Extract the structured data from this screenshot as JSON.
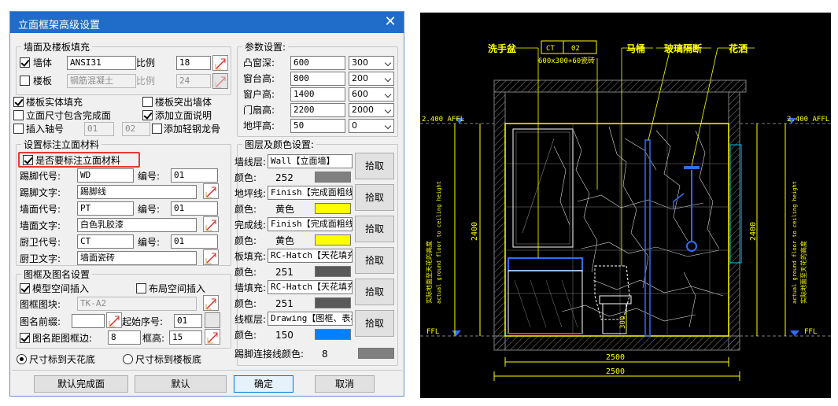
{
  "dialog": {
    "title": "立面框架高级设置",
    "close_glyph": "✕",
    "wall_floor_fill": {
      "legend": "墙面及楼板填充",
      "wall": {
        "label": "墙体",
        "checked": true,
        "pattern": "ANSI31",
        "ratio_label": "比例",
        "ratio": "18"
      },
      "floor": {
        "label": "楼板",
        "checked": false,
        "pattern": "钢筋混凝土",
        "ratio_label": "比例",
        "ratio": "24"
      }
    },
    "params": {
      "legend": "参数设置:",
      "rows": [
        {
          "label": "凸窗深:",
          "value": "600",
          "option": "300"
        },
        {
          "label": "窗台高:",
          "value": "800",
          "option": "200"
        },
        {
          "label": "窗户高:",
          "value": "1400",
          "option": "600"
        },
        {
          "label": "门扇高:",
          "value": "2200",
          "option": "2000"
        },
        {
          "label": "地坪高:",
          "value": "50",
          "option": "0"
        }
      ]
    },
    "options": {
      "floor_solid_fill": {
        "label": "楼板实体填充",
        "checked": true
      },
      "floor_protrude_wall": {
        "label": "楼板突出墙体",
        "checked": false
      },
      "dim_include_finish": {
        "label": "立面尺寸包含完成面",
        "checked": false
      },
      "add_elevation_note": {
        "label": "添加立面说明",
        "checked": true
      },
      "insert_axis": {
        "label": "插入轴号",
        "checked": false,
        "axis_a": "01",
        "axis_b": "02"
      },
      "add_light_steel": {
        "label": "添加轻钢龙骨",
        "checked": false
      }
    },
    "materials": {
      "legend": "设置标注立面材料",
      "enable": {
        "label": "是否要标注立面材料",
        "checked": true
      },
      "skirting_code": {
        "label": "踢脚代号:",
        "value": "WD",
        "num_label": "编号:",
        "num": "01"
      },
      "skirting_text": {
        "label": "踢脚文字:",
        "value": "踢脚线"
      },
      "wall_code": {
        "label": "墙面代号:",
        "value": "PT",
        "num_label": "编号:",
        "num": "01"
      },
      "wall_text": {
        "label": "墙面文字:",
        "value": "白色乳胶漆"
      },
      "kitchen_code": {
        "label": "厨卫代号:",
        "value": "CT",
        "num_label": "编号:",
        "num": "01"
      },
      "kitchen_text": {
        "label": "厨卫文字:",
        "value": "墙面瓷砖"
      }
    },
    "frame": {
      "legend": "图框及图名设置",
      "model_space": {
        "label": "模型空间插入",
        "checked": true
      },
      "layout_space": {
        "label": "布局空间插入",
        "checked": false
      },
      "block": {
        "label": "图框图块:",
        "value": "TK-A2"
      },
      "prefix": {
        "label": "图名前缀:",
        "value": "",
        "start_label": "起始序号:",
        "start": "01"
      },
      "distance": {
        "label": "图名距图框边:",
        "checked": true,
        "value": "8",
        "height_label": "框高:",
        "height": "15"
      }
    },
    "dim_radios": {
      "to_ceiling": {
        "label": "尺寸标到天花底",
        "selected": true
      },
      "to_slab": {
        "label": "尺寸标到楼板底",
        "selected": false
      }
    },
    "layers": {
      "legend": "图层及颜色设置:",
      "color_label": "颜色:",
      "pick_label": "拾取",
      "rows": [
        {
          "label": "墙线层:",
          "value": "Wall【立面墙】",
          "color_text": "252",
          "color": "#808080"
        },
        {
          "label": "地坪线:",
          "value": "Finish【完成面粗线】",
          "color_text": "黄色",
          "color": "#ffff00"
        },
        {
          "label": "完成线:",
          "value": "Finish【完成面粗线】",
          "color_text": "黄色",
          "color": "#ffff00"
        },
        {
          "label": "板填充:",
          "value": "RC-Hatch【天花填充】",
          "color_text": "251",
          "color": "#595959"
        },
        {
          "label": "墙填充:",
          "value": "RC-Hatch【天花填充】",
          "color_text": "251",
          "color": "#595959"
        },
        {
          "label": "线框层:",
          "value": "Drawing【图框、表格】",
          "color_text": "150",
          "color": "#0080ff"
        }
      ],
      "skirting_color": {
        "label": "踢脚连接线颜色:",
        "value": "8",
        "color": "#808080"
      }
    },
    "buttons": {
      "default_finish": "默认完成面",
      "default": "默认",
      "ok": "确定",
      "cancel": "取消"
    }
  },
  "cad": {
    "labels": {
      "washbasin": "洗手盆",
      "tile_code": "CT",
      "tile_num": "02",
      "tile_size": "600x300+60瓷砖",
      "toilet": "马桶",
      "glass": "玻璃隔断",
      "shower": "花洒"
    },
    "level_left": "2.400 AFFL",
    "level_right": "2.400 AFFL",
    "ffl_left": "FFL",
    "ffl_right": "FFL",
    "height_dim": "2400",
    "width_dim_1": "2500",
    "width_dim_2": "2500",
    "toilet_dim": "300",
    "vertical_note_cn": "实际地面至天花的高度",
    "vertical_note_en": "actual ground floor to ceiling height",
    "colors": {
      "yellow": "#ffff00",
      "gray": "#808080",
      "blue": "#2f6cff",
      "cyan": "#00bfff",
      "white": "#ffffff"
    }
  }
}
